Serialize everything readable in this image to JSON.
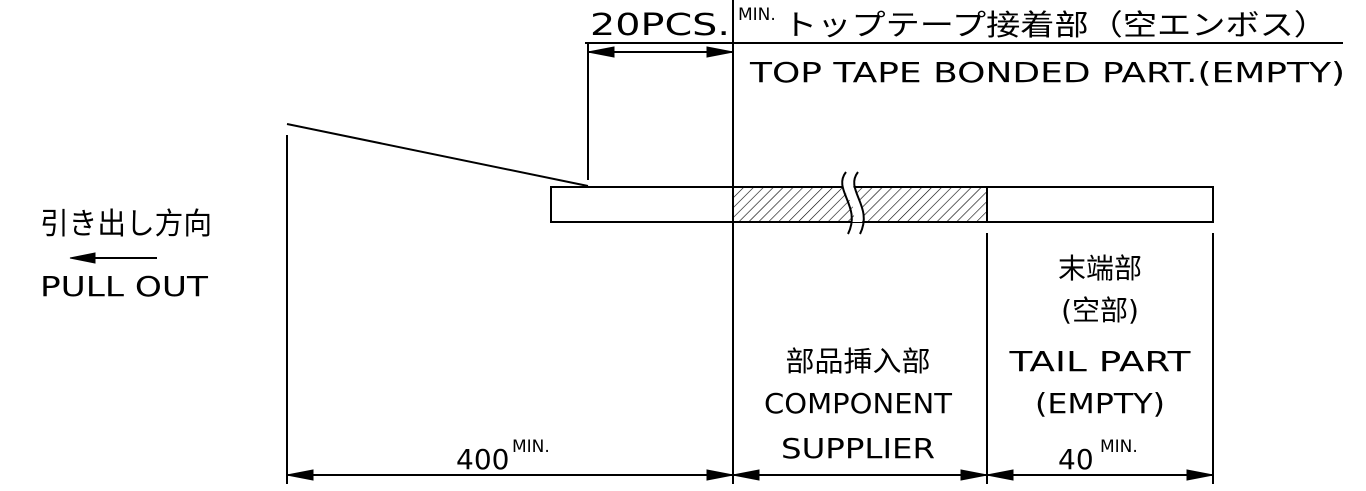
{
  "labels": {
    "pcs_value": "20PCS.",
    "pcs_sup": "MIN.",
    "top_tape_jp": "トップテープ接着部（空エンボス）",
    "top_tape_en": "TOP TAPE BONDED PART.(EMPTY)",
    "pull_jp": "引き出し方向",
    "pull_en": "PULL OUT",
    "tail_jp1": "末端部",
    "tail_jp2": "(空部)",
    "tail_en1": "TAIL PART",
    "tail_en2": "(EMPTY)",
    "comp_jp": "部品挿入部",
    "comp_en1": "COMPONENT",
    "comp_en2": "SUPPLIER",
    "dim_400": "400",
    "dim_400_sup": "MIN.",
    "dim_40": "40",
    "dim_40_sup": "MIN."
  }
}
